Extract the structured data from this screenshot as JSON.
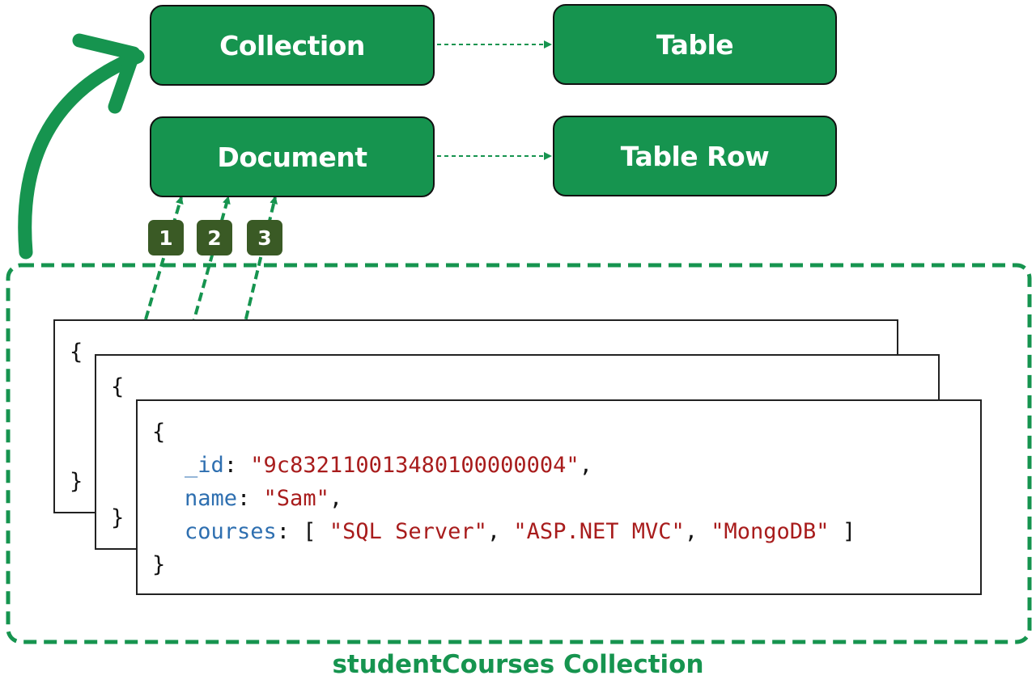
{
  "boxes": {
    "collection": "Collection",
    "table": "Table",
    "document": "Document",
    "table_row": "Table Row"
  },
  "badges": [
    "1",
    "2",
    "3"
  ],
  "documents": {
    "back_open": "{",
    "back_close": "}",
    "mid_open": "{",
    "mid_close": "}",
    "front": {
      "open": "{",
      "fields": [
        {
          "key": "_id",
          "value": "\"9c832110013480100000004\"",
          "suffix": ","
        },
        {
          "key": "name",
          "value": "\"Sam\"",
          "suffix": ","
        },
        {
          "key": "courses",
          "value": "[ \"SQL Server\", \"ASP.NET MVC\", \"MongoDB\" ]",
          "suffix": ""
        }
      ],
      "courses": [
        "\"SQL Server\"",
        "\"ASP.NET MVC\"",
        "\"MongoDB\""
      ],
      "close": "}"
    }
  },
  "caption": "studentCourses Collection",
  "colors": {
    "green": "#16944f",
    "badge": "#3a5a25",
    "key": "#2e6fb0",
    "string": "#a81c1c"
  }
}
